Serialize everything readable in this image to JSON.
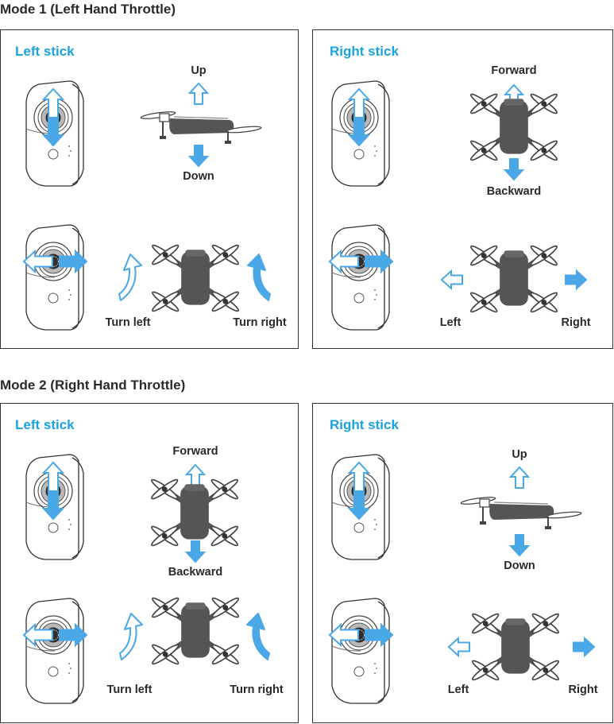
{
  "modes": [
    {
      "title": "Mode 1 (Left Hand Throttle)",
      "panels": [
        {
          "title": "Left stick",
          "top": {
            "up": "Up",
            "down": "Down"
          },
          "bottom": {
            "left": "Turn left",
            "right": "Turn right"
          }
        },
        {
          "title": "Right stick",
          "top": {
            "up": "Forward",
            "down": "Backward"
          },
          "bottom": {
            "left": "Left",
            "right": "Right"
          }
        }
      ]
    },
    {
      "title": "Mode 2 (Right Hand Throttle)",
      "panels": [
        {
          "title": "Left stick",
          "top": {
            "up": "Forward",
            "down": "Backward"
          },
          "bottom": {
            "left": "Turn left",
            "right": "Turn right"
          }
        },
        {
          "title": "Right stick",
          "top": {
            "up": "Up",
            "down": "Down"
          },
          "bottom": {
            "left": "Left",
            "right": "Right"
          }
        }
      ]
    }
  ],
  "colors": {
    "accent": "#1aa3e0",
    "arrow": "#4aa8e6",
    "drone": "#555555",
    "border": "#333333",
    "text": "#2a2a2a"
  },
  "icons": [
    "joystick-icon",
    "arrow-up-icon",
    "arrow-down-icon",
    "arrow-left-icon",
    "arrow-right-icon",
    "drone-top-icon",
    "drone-side-icon",
    "rotate-left-icon",
    "rotate-right-icon"
  ]
}
